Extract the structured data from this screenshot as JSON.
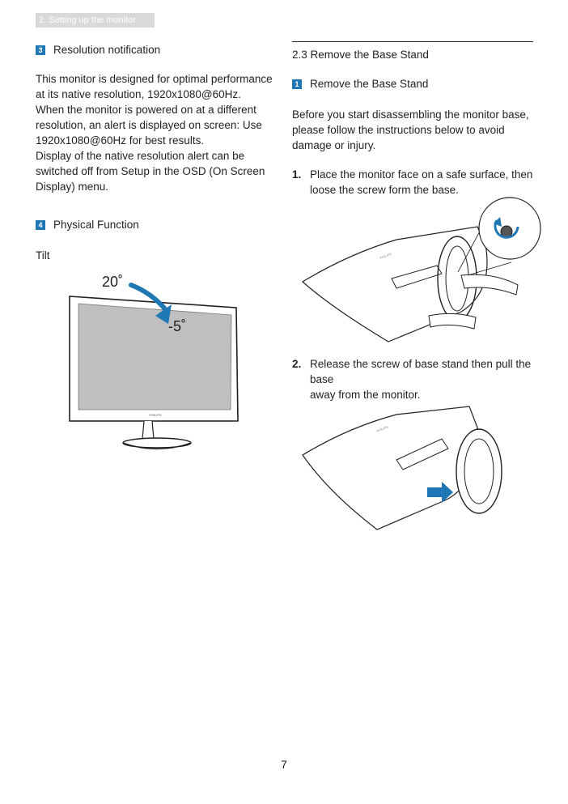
{
  "header": {
    "chapter": "2. Setting up the monitor"
  },
  "left": {
    "resolution": {
      "num": "3",
      "title": "Resolution notification",
      "lines": [
        "This monitor is designed for optimal performance",
        "at its native resolution, 1920x1080@60Hz.",
        "When the monitor is powered on at a different",
        "resolution, an alert is displayed on screen: Use",
        "1920x1080@60Hz for best results.",
        "Display of the native resolution alert can be",
        "switched off from Setup in the OSD (On Screen",
        "Display) menu."
      ]
    },
    "physical": {
      "num": "4",
      "title": "Physical Function",
      "tilt_label": "Tilt",
      "angle_up": "20˚",
      "angle_down": "-5˚",
      "brand": "PHILIPS"
    }
  },
  "right": {
    "section_title": "2.3  Remove the Base Stand",
    "sub": {
      "num": "1",
      "title": "Remove the Base Stand"
    },
    "intro": [
      "Before you start disassembling the monitor base,",
      "please follow the instructions below to avoid",
      "damage or injury."
    ],
    "steps": [
      {
        "num": "1.",
        "lines": [
          "Place the monitor face on a safe surface, then",
          "loose the screw form the base."
        ]
      },
      {
        "num": "2.",
        "lines": [
          "Release the screw of base stand then pull the base",
          "away from the monitor."
        ]
      }
    ],
    "brand": "PHILIPS",
    "colors": {
      "accent": "#1f78b4",
      "arrow": "#1f78b4"
    }
  },
  "footer": {
    "page": "7"
  }
}
